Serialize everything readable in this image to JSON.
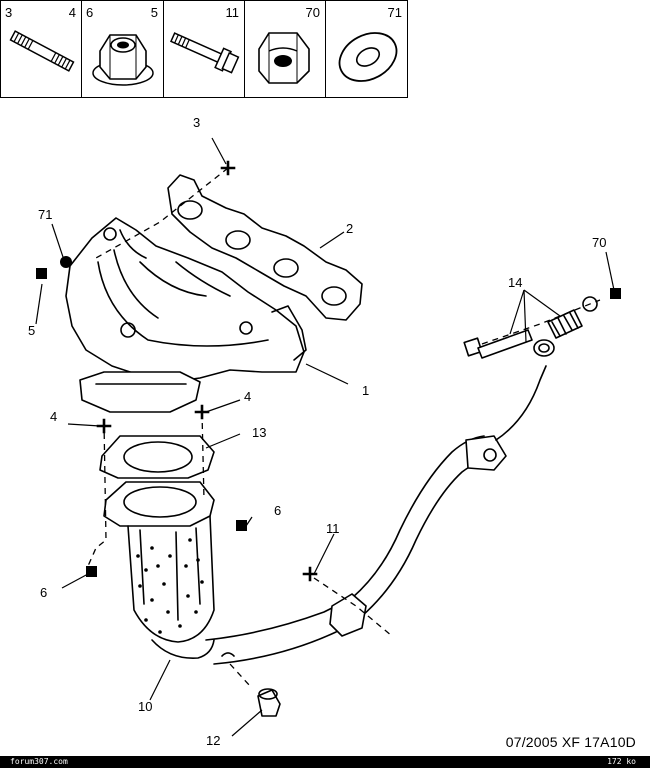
{
  "legend": {
    "cells": [
      {
        "ref": "3",
        "qty": "4",
        "icon": "stud-icon"
      },
      {
        "ref": "6",
        "qty": "5",
        "icon": "flange-nut-icon"
      },
      {
        "ref": "11",
        "qty": "",
        "icon": "bolt-icon"
      },
      {
        "ref": "70",
        "qty": "",
        "icon": "self-locking-nut-icon"
      },
      {
        "ref": "71",
        "qty": "",
        "icon": "washer-icon"
      }
    ]
  },
  "callouts": {
    "c1": "1",
    "c2": "2",
    "c3": "3",
    "c4a": "4",
    "c4b": "4",
    "c5": "5",
    "c6a": "6",
    "c6b": "6",
    "c10": "10",
    "c11": "11",
    "c12": "12",
    "c13": "13",
    "c14": "14",
    "c70": "70",
    "c71": "71"
  },
  "footer": {
    "reference": "07/2005  XF 17A10D",
    "site": "forum307.com",
    "size": "172 ko"
  }
}
